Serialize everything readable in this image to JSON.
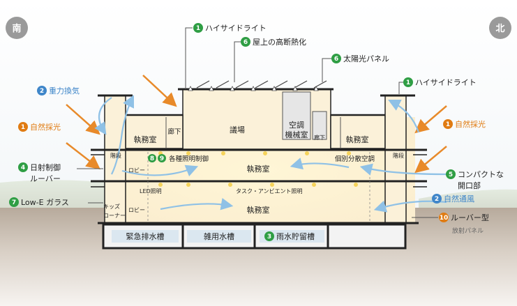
{
  "directions": {
    "south": "南",
    "north": "北"
  },
  "callouts": [
    {
      "num": "1",
      "text": "ハイサイドライト",
      "color": "#2f9e44"
    },
    {
      "num": "6",
      "text": "屋上の高断熱化",
      "color": "#2f9e44"
    },
    {
      "num": "6",
      "text": "太陽光パネル",
      "color": "#2f9e44"
    },
    {
      "num": "1",
      "text": "ハイサイドライト",
      "color": "#2f9e44"
    },
    {
      "num": "2",
      "text": "重力換気",
      "color": "#3f86c9"
    },
    {
      "num": "1",
      "text": "自然採光",
      "color": "#e07b12"
    },
    {
      "num": "1",
      "text": "自然採光",
      "color": "#e07b12"
    },
    {
      "num": "4",
      "text": "日射制御",
      "color": "#2f9e44"
    },
    {
      "text": "ルーバー"
    },
    {
      "num": "5",
      "text": "コンパクトな",
      "color": "#2f9e44"
    },
    {
      "text": "開口部"
    },
    {
      "num": "7",
      "text": "Low-E ガラス",
      "color": "#2f9e44"
    },
    {
      "num": "2",
      "text": "自然通風",
      "color": "#3f86c9"
    },
    {
      "num": "10",
      "text": "ルーバー型",
      "color": "#e07b12"
    },
    {
      "text": "放射パネル"
    },
    {
      "num": "3",
      "text": "雨水貯留槽",
      "color": "#2f9e44"
    },
    {
      "num": "8",
      "num2": "9",
      "text": "各種照明制御",
      "color": "#2f9e44"
    },
    {
      "text": "個別分散空調"
    },
    {
      "text": "LED照明"
    },
    {
      "text": "タスク・アンビエント照明"
    }
  ],
  "rooms": {
    "gijo": "議場",
    "aircon": "空調",
    "aircon2": "機械室",
    "office_left_top": "執務室",
    "corridor": "廊下",
    "corridor2": "廊下",
    "office_right_top": "執務室",
    "office_mid": "執務室",
    "office_low": "執務室",
    "lobby1": "ロビー",
    "lobby2": "ロビー",
    "kids": "キッズ",
    "kids2": "コーナー",
    "stairs1": "階段",
    "stairs2": "階段",
    "tank1": "緊急排水槽",
    "tank2": "雑用水槽",
    "tank3": "雨水貯留槽"
  }
}
